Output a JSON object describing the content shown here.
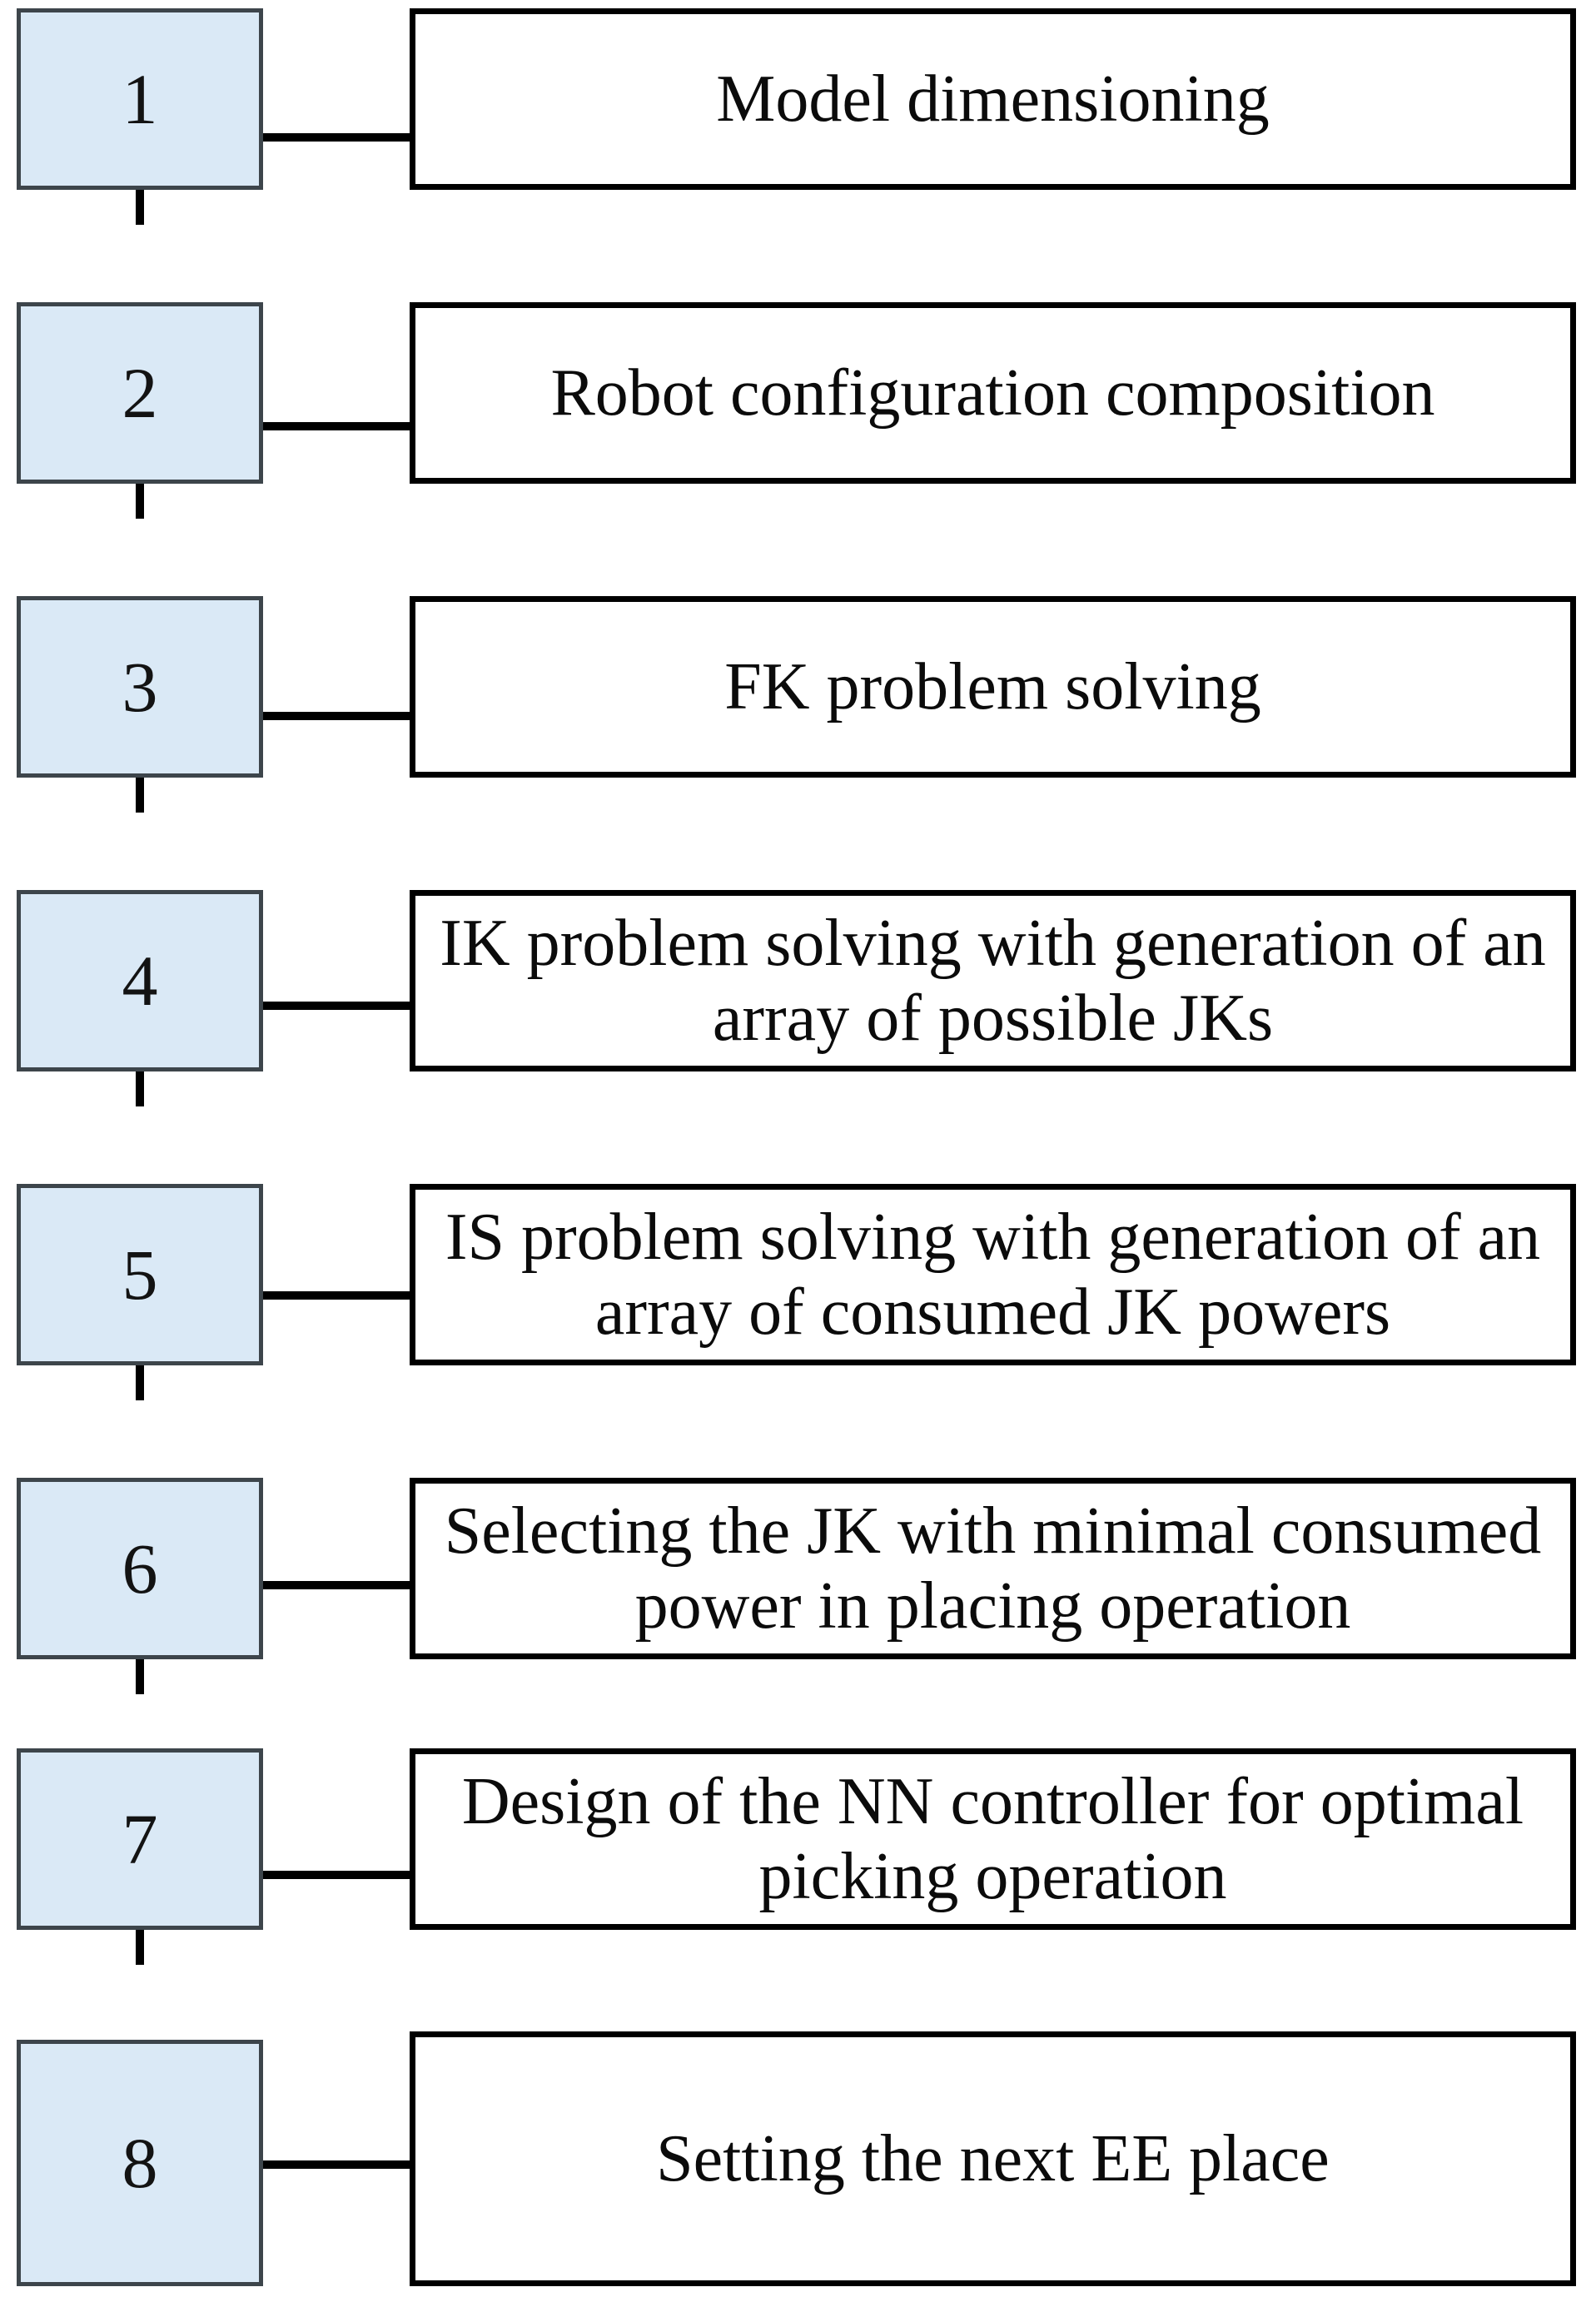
{
  "diagram": {
    "type": "numbered-step-flowchart",
    "title": "",
    "orientation": "vertical",
    "colors": {
      "step_box_fill": "#dae9f6",
      "step_box_border": "#3d454b",
      "text_box_fill": "#ffffff",
      "text_box_border": "#000000",
      "connector": "#000000",
      "text": "#0b0b0b"
    },
    "steps": [
      {
        "number": "1",
        "label": "Model dimensioning"
      },
      {
        "number": "2",
        "label": "Robot configuration composition"
      },
      {
        "number": "3",
        "label": "FK problem solving"
      },
      {
        "number": "4",
        "label": "IK problem solving with generation of an array of possible JKs"
      },
      {
        "number": "5",
        "label": "IS problem solving with generation of an array of consumed JK powers"
      },
      {
        "number": "6",
        "label": "Selecting the JK with minimal consumed power in placing operation"
      },
      {
        "number": "7",
        "label": "Design of the NN controller for optimal picking operation"
      },
      {
        "number": "8",
        "label": "Setting the next EE place"
      }
    ]
  }
}
